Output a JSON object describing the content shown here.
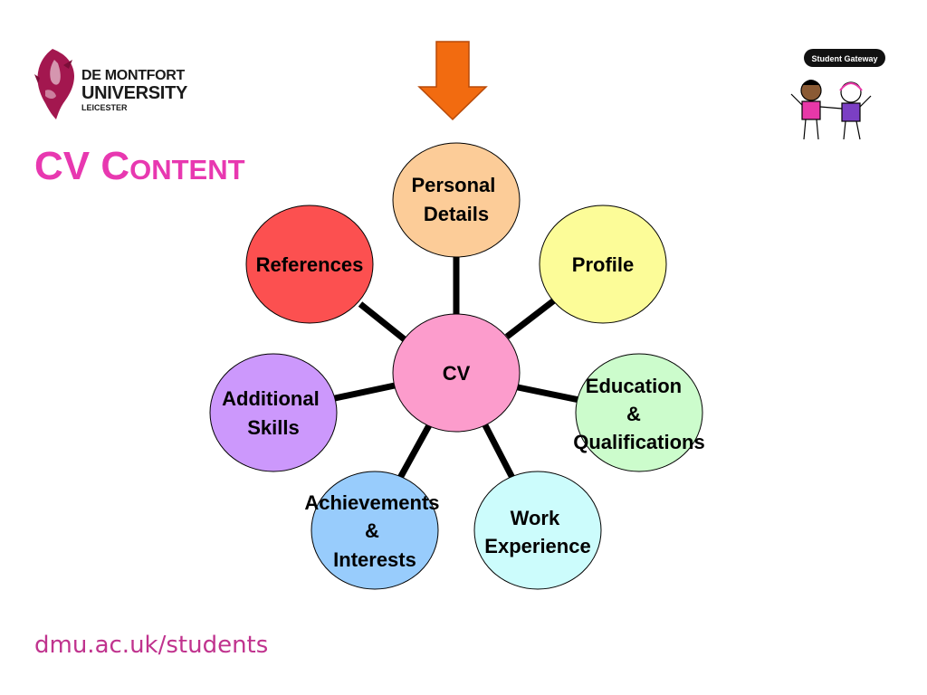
{
  "logo": {
    "line1": "DE MONTFORT",
    "line2": "UNIVERSITY",
    "line3": "LEICESTER",
    "icon": "dmu-crest-icon"
  },
  "title": "CV Content",
  "badge": {
    "label": "Student Gateway",
    "icon": "student-gateway-figures-icon"
  },
  "pointer": {
    "icon": "down-arrow-icon",
    "color": "#f26b10"
  },
  "diagram": {
    "center": {
      "label": "CV",
      "color": "#fc9ccc"
    },
    "nodes": [
      {
        "lines": [
          "Personal",
          "Details"
        ],
        "color": "#fccc98"
      },
      {
        "lines": [
          "Profile"
        ],
        "color": "#fcfc98"
      },
      {
        "lines": [
          "Education",
          "&",
          "Qualifications"
        ],
        "color": "#ccfccc"
      },
      {
        "lines": [
          "Work",
          "Experience"
        ],
        "color": "#ccfcfc"
      },
      {
        "lines": [
          "Achievements",
          "&",
          "Interests"
        ],
        "color": "#98ccfc"
      },
      {
        "lines": [
          "Additional",
          "Skills"
        ],
        "color": "#cc98fc"
      },
      {
        "lines": [
          "References"
        ],
        "color": "#fc5050"
      }
    ]
  },
  "footer": {
    "url": "dmu.ac.uk/students",
    "color": "#c0338e"
  }
}
